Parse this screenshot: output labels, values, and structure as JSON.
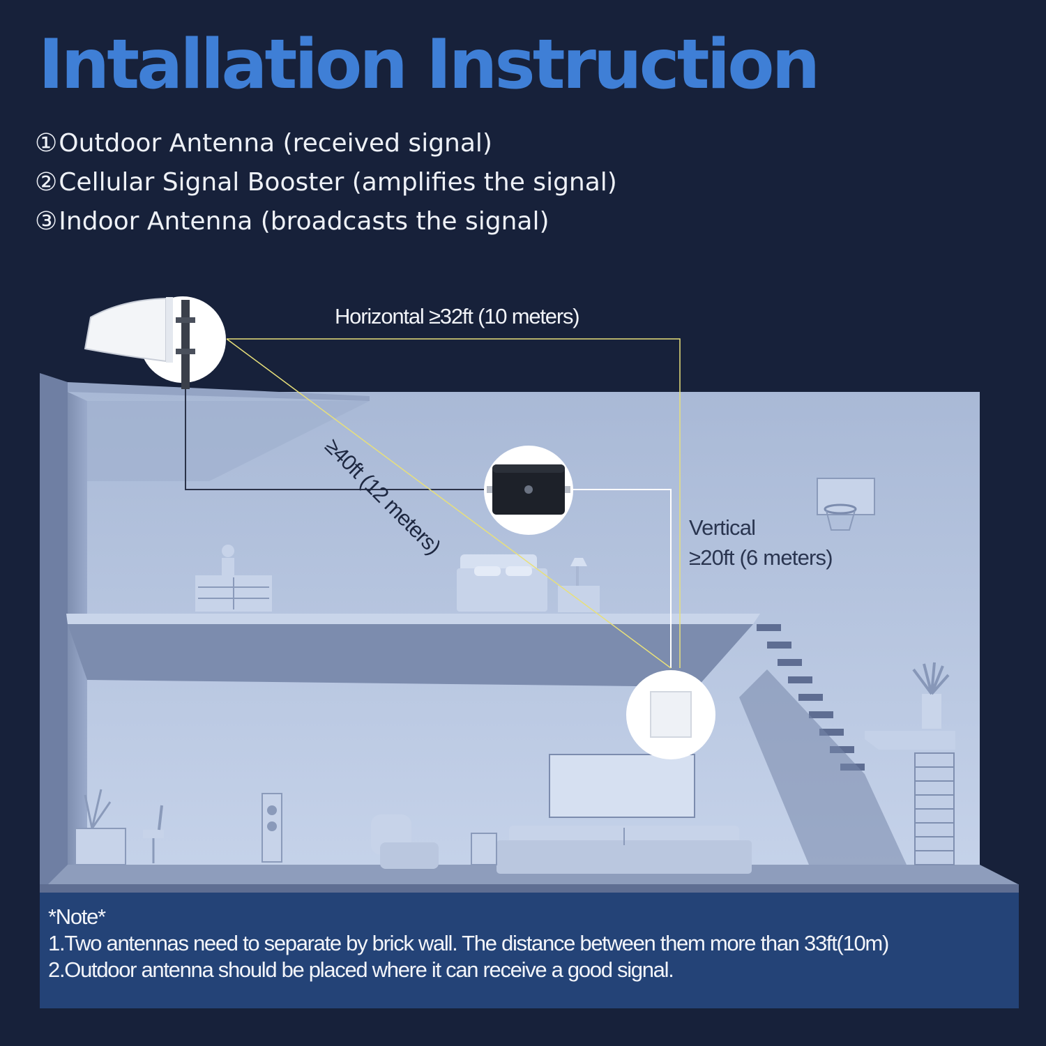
{
  "title": "Intallation Instruction",
  "legend": [
    {
      "num": "①",
      "text": "Outdoor Antenna (received signal)"
    },
    {
      "num": "②",
      "text": "Cellular Signal Booster (amplifies the signal)"
    },
    {
      "num": "③",
      "text": "Indoor Antenna (broadcasts the signal)"
    }
  ],
  "diagram": {
    "horizontal_label": "Horizontal ≥32ft (10 meters)",
    "diagonal_label": "≥40ft (12 meters)",
    "vertical_label_line1": "Vertical",
    "vertical_label_line2": "≥20ft (6 meters)",
    "colors": {
      "background": "#17213a",
      "title": "#3f7fd6",
      "wall": "#b4c3de",
      "floor": "#8e9dbc",
      "guide_line": "#e8e07a",
      "note_box": "#244377"
    }
  },
  "note": {
    "heading": "*Note*",
    "line1": "1.Two antennas need to separate by brick wall. The distance between them more than 33ft(10m)",
    "line2": "2.Outdoor antenna should be placed where it can receive a good signal."
  }
}
